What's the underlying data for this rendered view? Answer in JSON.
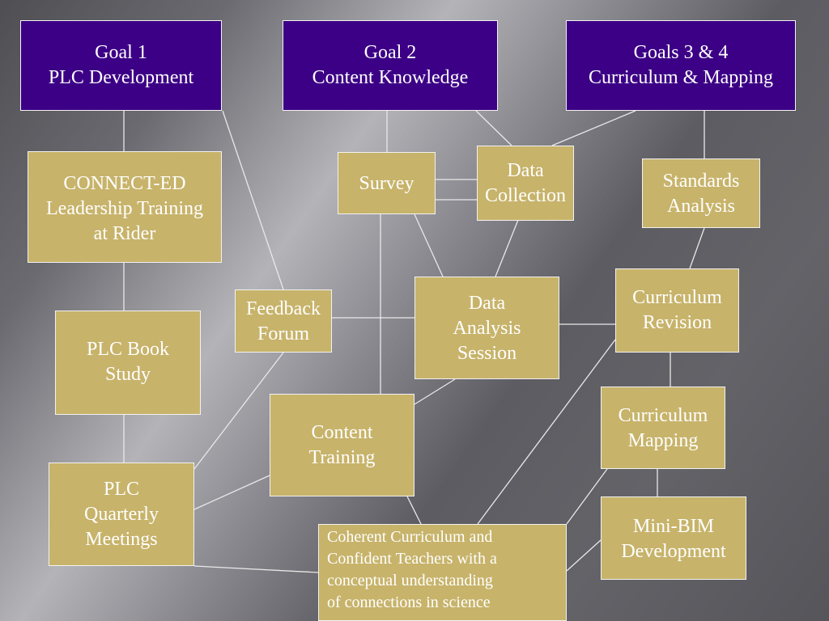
{
  "diagram": {
    "boxes": [
      {
        "id": "goal1",
        "text": "Goal 1\nPLC Development"
      },
      {
        "id": "goal2",
        "text": "Goal 2\nContent Knowledge"
      },
      {
        "id": "goal34",
        "text": "Goals 3 & 4\nCurriculum & Mapping"
      },
      {
        "id": "connected",
        "text": "CONNECT-ED\nLeadership Training\nat Rider"
      },
      {
        "id": "survey",
        "text": "Survey"
      },
      {
        "id": "datacollection",
        "text": "Data\nCollection"
      },
      {
        "id": "standards",
        "text": "Standards\nAnalysis"
      },
      {
        "id": "feedback",
        "text": "Feedback\nForum"
      },
      {
        "id": "dataanalysis",
        "text": "Data\nAnalysis\nSession"
      },
      {
        "id": "currrevision",
        "text": "Curriculum\nRevision"
      },
      {
        "id": "plcbook",
        "text": "PLC Book\nStudy"
      },
      {
        "id": "contenttraining",
        "text": "Content\nTraining"
      },
      {
        "id": "currmapping",
        "text": "Curriculum\nMapping"
      },
      {
        "id": "plcquarterly",
        "text": "PLC\nQuarterly\nMeetings"
      },
      {
        "id": "minibim",
        "text": "Mini-BIM\nDevelopment"
      },
      {
        "id": "coherent",
        "text": "Coherent Curriculum and\nConfident Teachers with a\nconceptual understanding\nof connections in science"
      }
    ]
  },
  "colors": {
    "goal_fill": "#3c0086",
    "node_fill": "#c7b36a",
    "text": "#ffffff",
    "connector": "#e9e9e9"
  }
}
